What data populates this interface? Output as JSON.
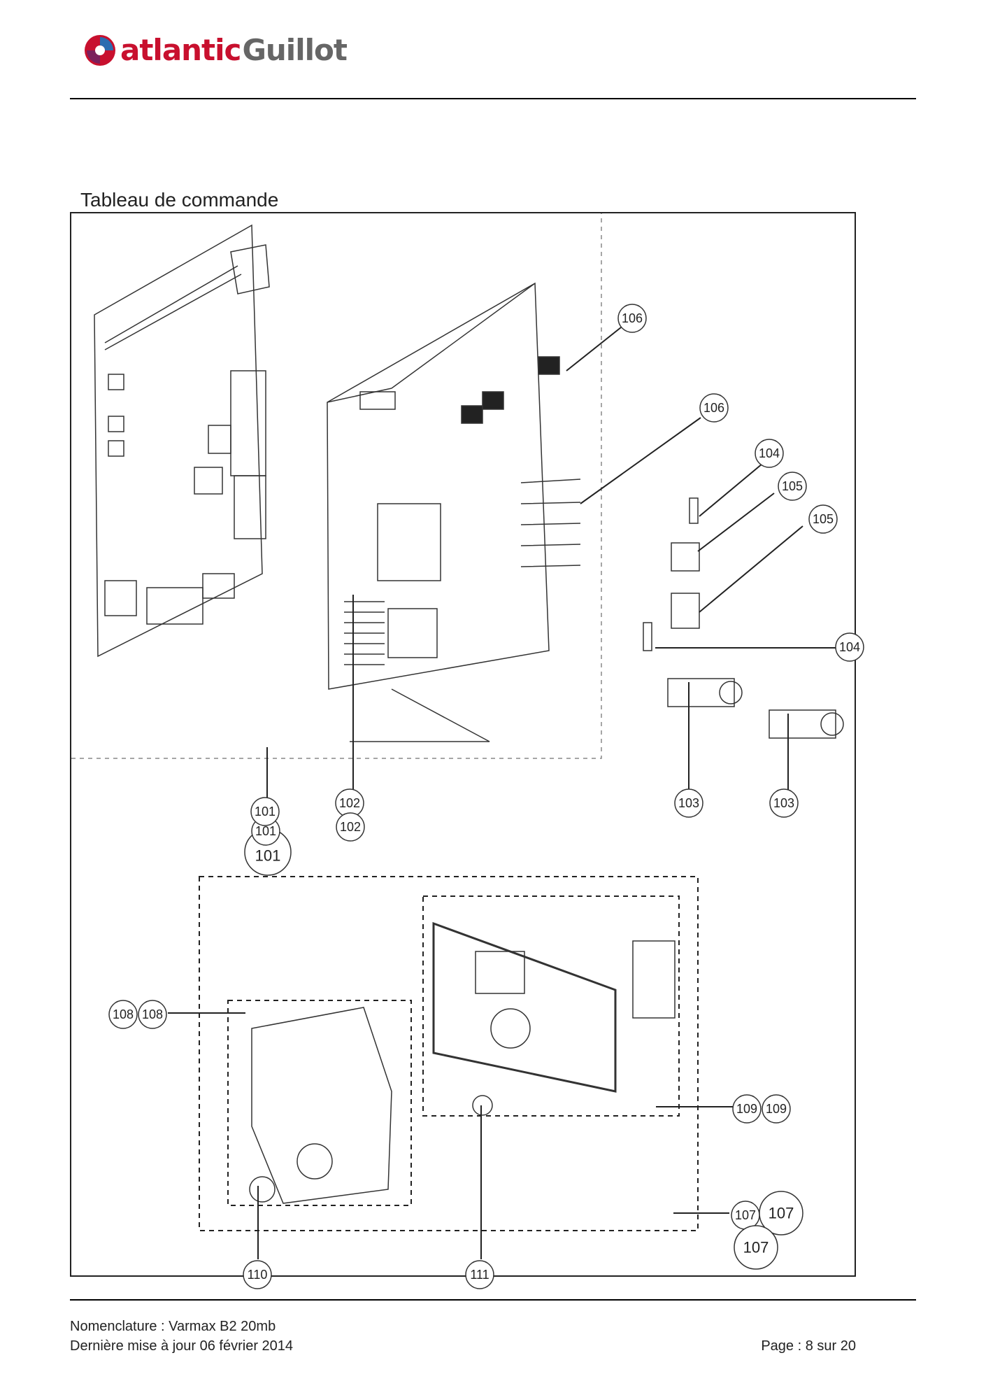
{
  "header": {
    "logo_text_brand": "atlantic",
    "logo_text_sub": "Guillot"
  },
  "section": {
    "title": "Tableau de commande"
  },
  "callouts": {
    "c101a": "101",
    "c101b": "101",
    "c101c": "101",
    "c102a": "102",
    "c102b": "102",
    "c103a": "103",
    "c103b": "103",
    "c104a": "104",
    "c104b": "104",
    "c105a": "105",
    "c105b": "105",
    "c106a": "106",
    "c106b": "106",
    "c107a": "107",
    "c107b": "107",
    "c107c": "107",
    "c108a": "108",
    "c108b": "108",
    "c109a": "109",
    "c109b": "109",
    "c110": "110",
    "c111": "111"
  },
  "footer": {
    "nomenclature": "Nomenclature : Varmax B2 20mb",
    "updated": "Dernière mise à jour 06 février 2014",
    "page": "Page : 8 sur 20"
  },
  "colors": {
    "brand_red": "#c8102e",
    "brand_grey": "#666666",
    "line": "#333333"
  }
}
